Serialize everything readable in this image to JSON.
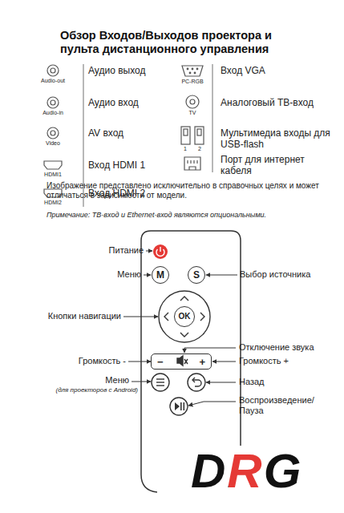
{
  "diagram": {
    "title": "Обзор Входов/Выходов проектора и пульта дистанционного управления",
    "nodes": [
      {
        "text": [
          "M"
        ]
      },
      {
        "text": [
          "S"
        ]
      },
      {
        "text": [
          "OK"
        ]
      },
      {
        "text": [
          "−",
          "+"
        ]
      }
    ],
    "labels": [
      "Audio-out",
      "Аудио выход",
      "Audio-in",
      "Аудио вход",
      "Video",
      "AV вход",
      "HDMI1",
      "Вход HDMI 1",
      "HDMI2",
      "Вход HDMI 2",
      "PC-RGB",
      "Вход VGA",
      "TV",
      "Аналоговый ТВ-вход",
      "1",
      "2",
      "Мультимедиа входы для USB-flash",
      "Порт для интернет кабеля",
      "Изображение представлено исключительно в справочных целях и может отличаться в зависимости от модели.",
      "Примечание: ТВ-вход и Ethernet-вход являются опциональными.",
      "Питание",
      "Меню",
      "Выбор источника",
      "Кнопки навигации",
      "Отключение звука",
      "Громкость -",
      "Громкость +",
      "Меню",
      "(для проекторов с Android)",
      "Назад",
      "Воспроизведение/ Пауза",
      "DRG"
    ]
  }
}
